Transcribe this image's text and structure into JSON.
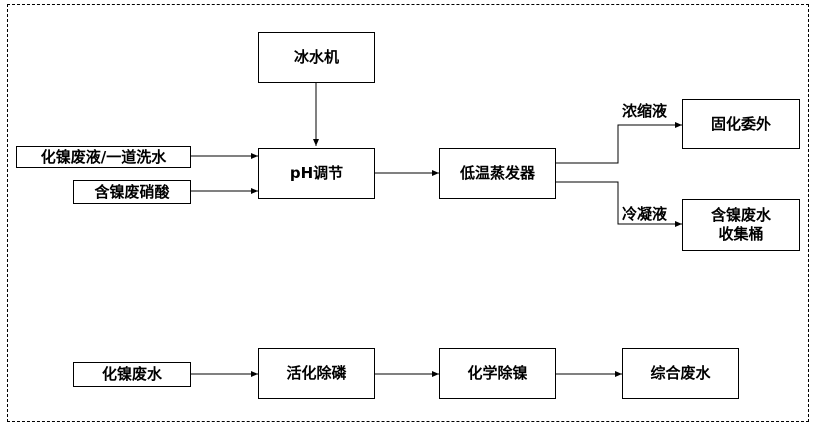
{
  "diagram": {
    "nodes": {
      "ice_machine": "冰水机",
      "input_waste": "化镍废液/一道洗水",
      "input_nitric": "含镍废硝酸",
      "ph_adjust": "pH调节",
      "evaporator": "低温蒸发器",
      "solidify": "固化委外",
      "collect_bucket": "含镍废水\n收集桶",
      "nickel_wastewater": "化镍废水",
      "activate_dephos": "活化除磷",
      "chem_denickel": "化学除镍",
      "combined_wastewater": "综合废水"
    },
    "edge_labels": {
      "concentrate": "浓缩液",
      "condensate": "冷凝液"
    }
  }
}
